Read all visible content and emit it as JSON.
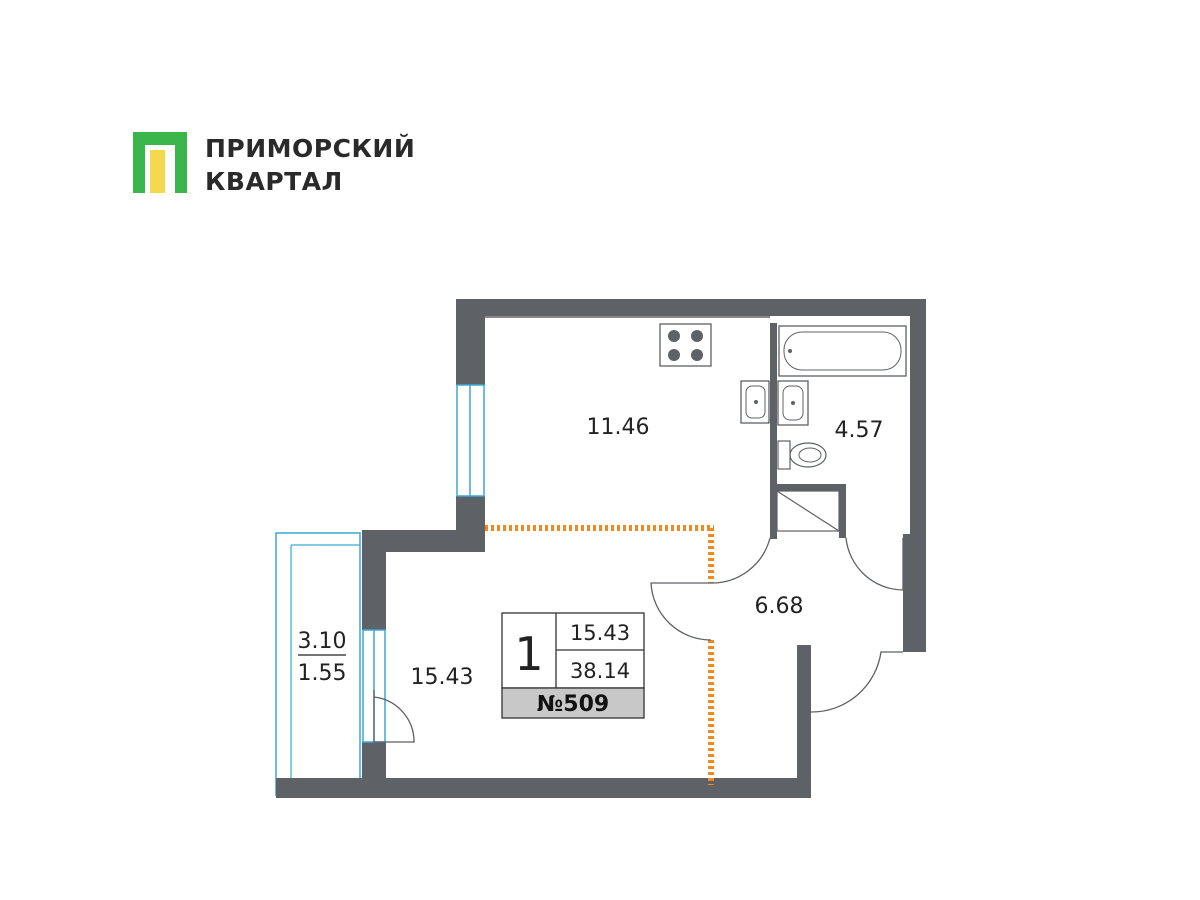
{
  "brand": {
    "line1": "ПРИМОРСКИЙ",
    "line2": "КВАРТАЛ",
    "colors": {
      "green": "#39b54a",
      "yellow": "#f2d94e"
    }
  },
  "rooms": {
    "kitchen_area": "11.46",
    "bathroom_area": "4.57",
    "hall_area": "6.68",
    "living_area": "15.43",
    "balcony_area_full": "3.10",
    "balcony_area_reduced": "1.55"
  },
  "info": {
    "rooms_count": "1",
    "living_area": "15.43",
    "total_area": "38.14",
    "apartment_id": "№509"
  },
  "colors": {
    "wall": "#5e6166",
    "window": "#3ba7d6",
    "partition": "#f08a1e",
    "id_box": "#c8c8c8"
  }
}
